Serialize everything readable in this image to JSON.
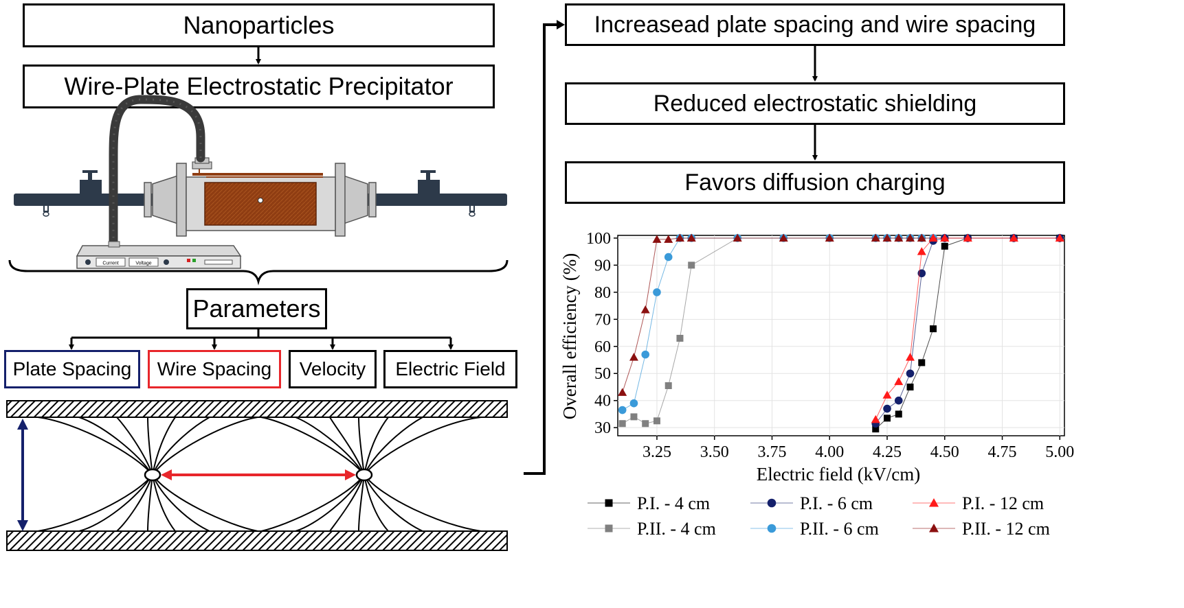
{
  "flow_left": {
    "top_box": "Nanoparticles",
    "esp_box": "Wire-Plate Electrostatic Precipitator",
    "device": {
      "panel_label_1": "Current",
      "panel_label_2": "Voltage"
    },
    "parameters_box": "Parameters",
    "params": [
      "Plate Spacing",
      "Wire Spacing",
      "Velocity",
      "Electric Field"
    ]
  },
  "flow_right": {
    "steps": [
      "Increasead plate spacing and wire spacing",
      "Reduced electrostatic shielding",
      "Favors diffusion charging"
    ]
  },
  "colors": {
    "plate_spacing": "#14206b",
    "wire_spacing": "#e8262b",
    "plate": "#000000"
  },
  "chart_data": {
    "type": "line",
    "xlabel": "Electric field (kV/cm)",
    "ylabel": "Overall efficiency  (%)",
    "xlim": [
      3.08,
      5.02
    ],
    "ylim": [
      27,
      101
    ],
    "xticks": [
      "3.25",
      "3.50",
      "3.75",
      "4.00",
      "4.25",
      "4.50",
      "4.75",
      "5.00"
    ],
    "xtick_values": [
      3.25,
      3.5,
      3.75,
      4.0,
      4.25,
      4.5,
      4.75,
      5.0
    ],
    "yticks": [
      "30",
      "40",
      "50",
      "60",
      "70",
      "80",
      "90",
      "100"
    ],
    "ytick_values": [
      30,
      40,
      50,
      60,
      70,
      80,
      90,
      100
    ],
    "grid": true,
    "legend_position": "bottom",
    "series": [
      {
        "name": "P.I. - 4 cm",
        "color": "#000000",
        "marker": "square",
        "x": [
          4.2,
          4.25,
          4.3,
          4.35,
          4.4,
          4.45,
          4.5,
          4.6,
          4.8,
          5.0
        ],
        "y": [
          29.5,
          33.5,
          35,
          45,
          54,
          66.5,
          97,
          100,
          100,
          100
        ]
      },
      {
        "name": "P.I. - 6 cm",
        "color": "#14206b",
        "marker": "circle",
        "x": [
          4.2,
          4.25,
          4.3,
          4.35,
          4.4,
          4.45,
          4.5,
          4.6,
          4.8,
          5.0
        ],
        "y": [
          31.5,
          37,
          40,
          50,
          87,
          99,
          100,
          100,
          100,
          100
        ]
      },
      {
        "name": "P.I. - 12 cm",
        "color": "#ff1a1a",
        "marker": "triangle",
        "x": [
          4.2,
          4.25,
          4.3,
          4.35,
          4.4,
          4.45,
          4.5,
          4.6,
          4.8,
          5.0
        ],
        "y": [
          33,
          42,
          47,
          56,
          95,
          100,
          100,
          100,
          100,
          100
        ]
      },
      {
        "name": "P.II. - 4 cm",
        "color": "#808080",
        "marker": "square",
        "x": [
          3.1,
          3.15,
          3.2,
          3.25,
          3.3,
          3.35,
          3.4,
          3.6,
          3.8,
          4.0,
          4.2,
          4.25,
          4.3,
          4.35,
          4.4,
          4.45,
          4.5,
          4.6,
          4.8,
          5.0
        ],
        "y": [
          31.5,
          34,
          31.5,
          32.5,
          45.5,
          63,
          90,
          100,
          100,
          100,
          100,
          100,
          100,
          100,
          100,
          100,
          100,
          100,
          100,
          100
        ]
      },
      {
        "name": "P.II. - 6 cm",
        "color": "#3a9ad9",
        "marker": "circle",
        "x": [
          3.1,
          3.15,
          3.2,
          3.25,
          3.3,
          3.35,
          3.4,
          3.6,
          3.8,
          4.0,
          4.2,
          4.25,
          4.3,
          4.35,
          4.4,
          4.45,
          4.5,
          4.6,
          4.8,
          5.0
        ],
        "y": [
          36.5,
          39,
          57,
          80,
          93,
          100,
          100,
          100,
          100,
          100,
          100,
          100,
          100,
          100,
          100,
          100,
          100,
          100,
          100,
          100
        ]
      },
      {
        "name": "P.II. - 12 cm",
        "color": "#8b1010",
        "marker": "triangle",
        "x": [
          3.1,
          3.15,
          3.2,
          3.25,
          3.3,
          3.35,
          3.4,
          3.6,
          3.8,
          4.0,
          4.2,
          4.25,
          4.3,
          4.35,
          4.4,
          4.45,
          4.5,
          4.6,
          4.8,
          5.0
        ],
        "y": [
          43,
          56,
          73.5,
          99.5,
          99.5,
          100,
          100,
          100,
          100,
          100,
          100,
          100,
          100,
          100,
          100,
          100,
          100,
          100,
          100,
          100
        ]
      }
    ]
  }
}
